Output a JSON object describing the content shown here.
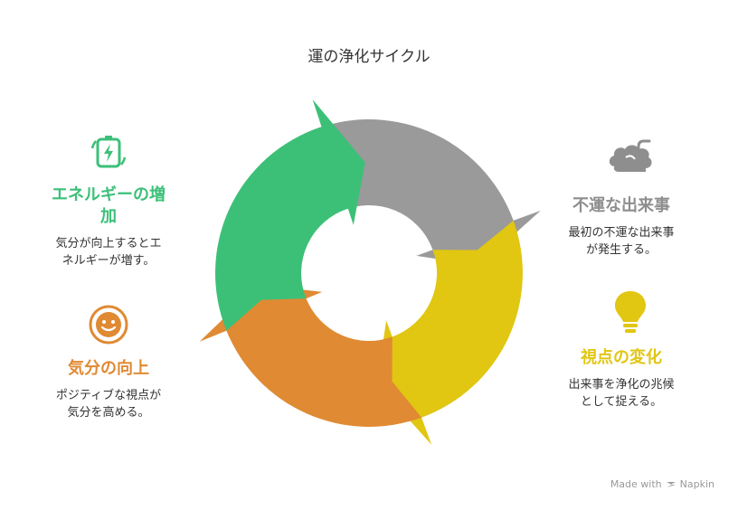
{
  "title": "運の浄化サイクル",
  "stages": [
    {
      "key": "bad",
      "title": "不運な出来事",
      "desc": [
        "最初の不運な出来事",
        "が発生する。"
      ],
      "color": "#9a9a9a",
      "icon": "brain-icon"
    },
    {
      "key": "view",
      "title": "視点の変化",
      "desc": [
        "出来事を浄化の兆候",
        "として捉える。"
      ],
      "color": "#e1c612",
      "icon": "lightbulb-icon"
    },
    {
      "key": "mood",
      "title": "気分の向上",
      "desc": [
        "ポジティブな視点が",
        "気分を高める。"
      ],
      "color": "#e08a33",
      "icon": "smile-icon"
    },
    {
      "key": "energy",
      "title": "エネルギーの増加",
      "title_lines": [
        "エネルギーの増",
        "加"
      ],
      "desc": [
        "気分が向上するとエ",
        "ネルギーが増す。"
      ],
      "color": "#3cc078",
      "icon": "battery-charging-icon"
    }
  ],
  "watermark": {
    "made_with": "Made with",
    "brand": "Napkin"
  }
}
